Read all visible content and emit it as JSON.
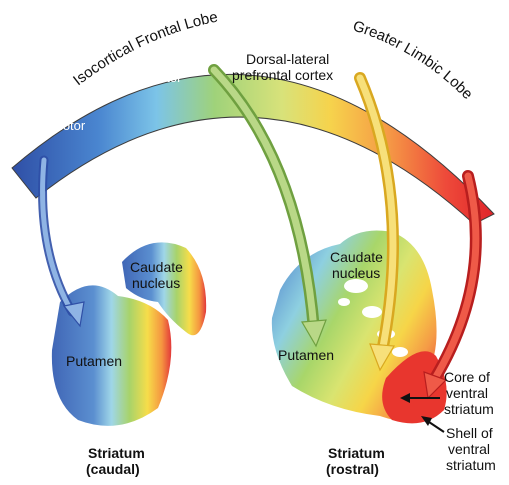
{
  "arc_labels": {
    "isocortical": "Isocortical Frontal Lobe",
    "limbic": "Greater Limbic Lobe"
  },
  "cortex_labels": {
    "motor": "Motor",
    "premotor": "Premotor",
    "dlpfc_line1": "Dorsal-lateral",
    "dlpfc_line2": "prefrontal cortex"
  },
  "caudal": {
    "caudate_line1": "Caudate",
    "caudate_line2": "nucleus",
    "putamen": "Putamen",
    "title_line1": "Striatum",
    "title_line2": "(caudal)"
  },
  "rostral": {
    "caudate_line1": "Caudate",
    "caudate_line2": "nucleus",
    "putamen": "Putamen",
    "title_line1": "Striatum",
    "title_line2": "(rostral)",
    "core_line1": "Core of",
    "core_line2": "ventral",
    "core_line3": "striatum",
    "shell_line1": "Shell of",
    "shell_line2": "ventral",
    "shell_line3": "striatum"
  },
  "colors": {
    "motor": "#3a5fb0",
    "premotor": "#9cc85a",
    "dlpfc": "#f2d24a",
    "limbic": "#e23a2e"
  }
}
